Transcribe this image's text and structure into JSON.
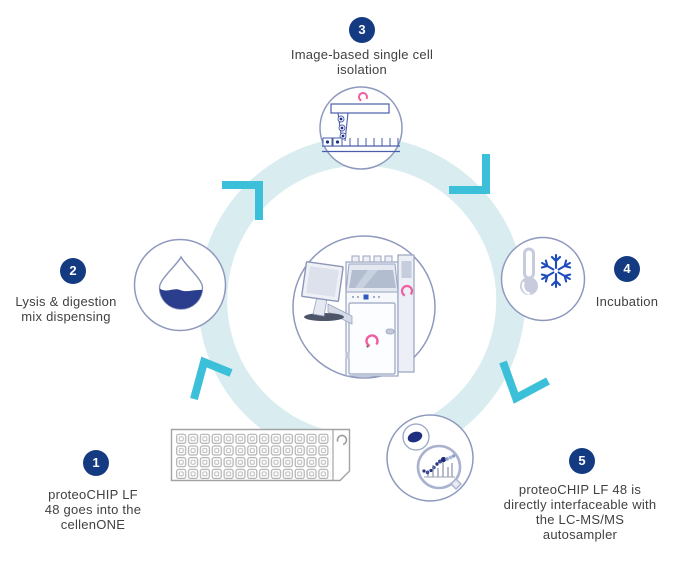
{
  "diagram": {
    "type": "circular-workflow",
    "cycle_direction": "clockwise",
    "center_illustration": "cellenONE instrument with monitor",
    "steps": [
      {
        "number": "1",
        "label_lines": [
          "proteoCHIP LF",
          "48 goes into the",
          "cellenONE"
        ],
        "icon": "proteochip-48-well-plate"
      },
      {
        "number": "2",
        "label_lines": [
          "Lysis & digestion",
          "mix dispensing"
        ],
        "icon": "droplet"
      },
      {
        "number": "3",
        "label_lines": [
          "Image-based single cell",
          "isolation"
        ],
        "icon": "single-cell-dispensing-nozzle"
      },
      {
        "number": "4",
        "label_lines": [
          "Incubation"
        ],
        "icon": "thermometer-snowflake"
      },
      {
        "number": "5",
        "label_lines": [
          "proteoCHIP LF 48 is",
          "directly interfaceable with",
          "the LC-MS/MS",
          "autosampler"
        ],
        "icon": "cell-magnifier-chromatogram"
      }
    ],
    "colors": {
      "badge_navy": "#143a82",
      "ring_teal": "#d9edf0",
      "chevron_teal": "#3cc0d9",
      "logo_pink": "#ee5f9f",
      "icon_navy": "#1e2f80",
      "snowflake_blue": "#1e4cbe",
      "outline_blue_gray": "#8e99bd",
      "text_gray": "#414141"
    }
  }
}
